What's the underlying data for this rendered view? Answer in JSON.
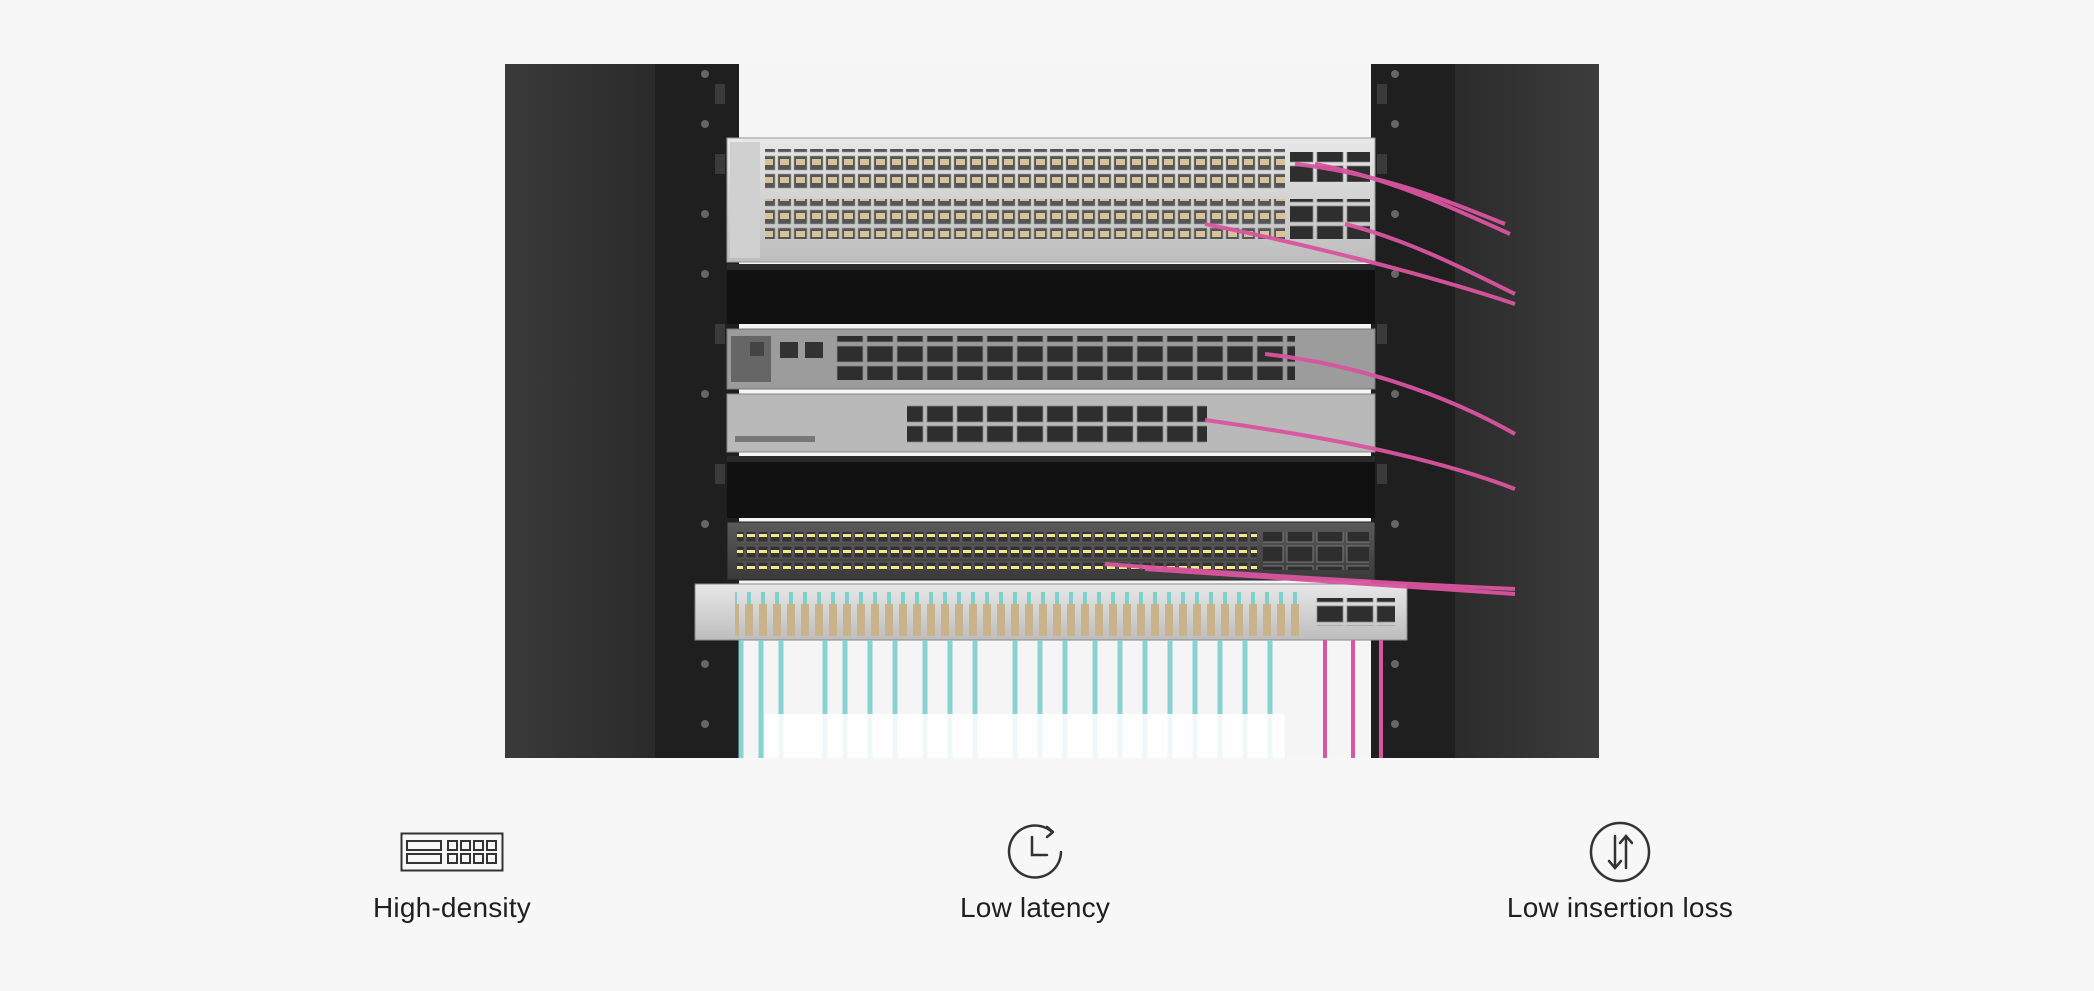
{
  "features": [
    {
      "label": "High-density",
      "icon": "switch-ports-icon"
    },
    {
      "label": "Low latency",
      "icon": "clock-icon"
    },
    {
      "label": "Low insertion loss",
      "icon": "bidirectional-arrows-icon"
    }
  ],
  "colors": {
    "background": "#f7f7f7",
    "rack": "#2b2b2b",
    "pink_fiber": "#d9559f",
    "aqua_fiber": "#7fcfcc",
    "icon_stroke": "#333333"
  }
}
